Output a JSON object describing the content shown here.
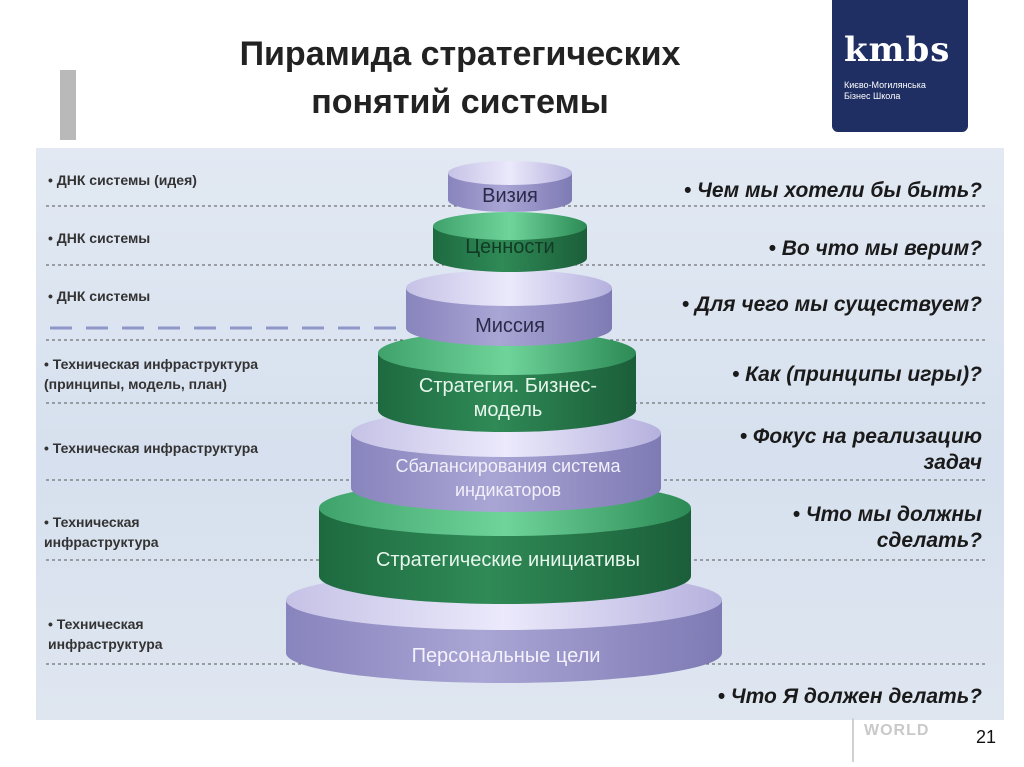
{
  "title": {
    "line1": "Пирамида стратегических",
    "line2": "понятий системы"
  },
  "logo": {
    "brand": "kmbs",
    "line1": "Києво-Могилянська",
    "line2": "Бізнес Школа"
  },
  "left_labels": [
    "• ДНК системы (идея)",
    "• ДНК системы",
    "• ДНК системы",
    "• Техническая инфраструктура (принципы, модель, план)",
    "• Техническая инфраструктура",
    "• Техническая инфраструктура",
    "• Техническая инфраструктура"
  ],
  "tiers": [
    {
      "label": "Визия",
      "color": "purple"
    },
    {
      "label": "Ценности",
      "color": "green"
    },
    {
      "label": "Миссия",
      "color": "purple"
    },
    {
      "label": "Стратегия. Бизнес-модель",
      "color": "green"
    },
    {
      "label": "Сбалансирования система индикаторов",
      "color": "purple"
    },
    {
      "label": "Стратегические инициативы",
      "color": "green"
    },
    {
      "label": "Персональные цели",
      "color": "purple"
    }
  ],
  "right_labels": [
    "• Чем мы хотели бы быть?",
    "• Во что мы верим?",
    "• Для чего мы существуем?",
    "• Как (принципы игры)?",
    "• Фокус на реализацию задач",
    "• Что мы должны сделать?",
    "• Что Я должен делать?"
  ],
  "page_number": "21",
  "footer_mark": "WORLD",
  "colors": {
    "logo_bg": "#1f2f63",
    "green": "#2f8a56",
    "purple": "#9a96c8"
  }
}
